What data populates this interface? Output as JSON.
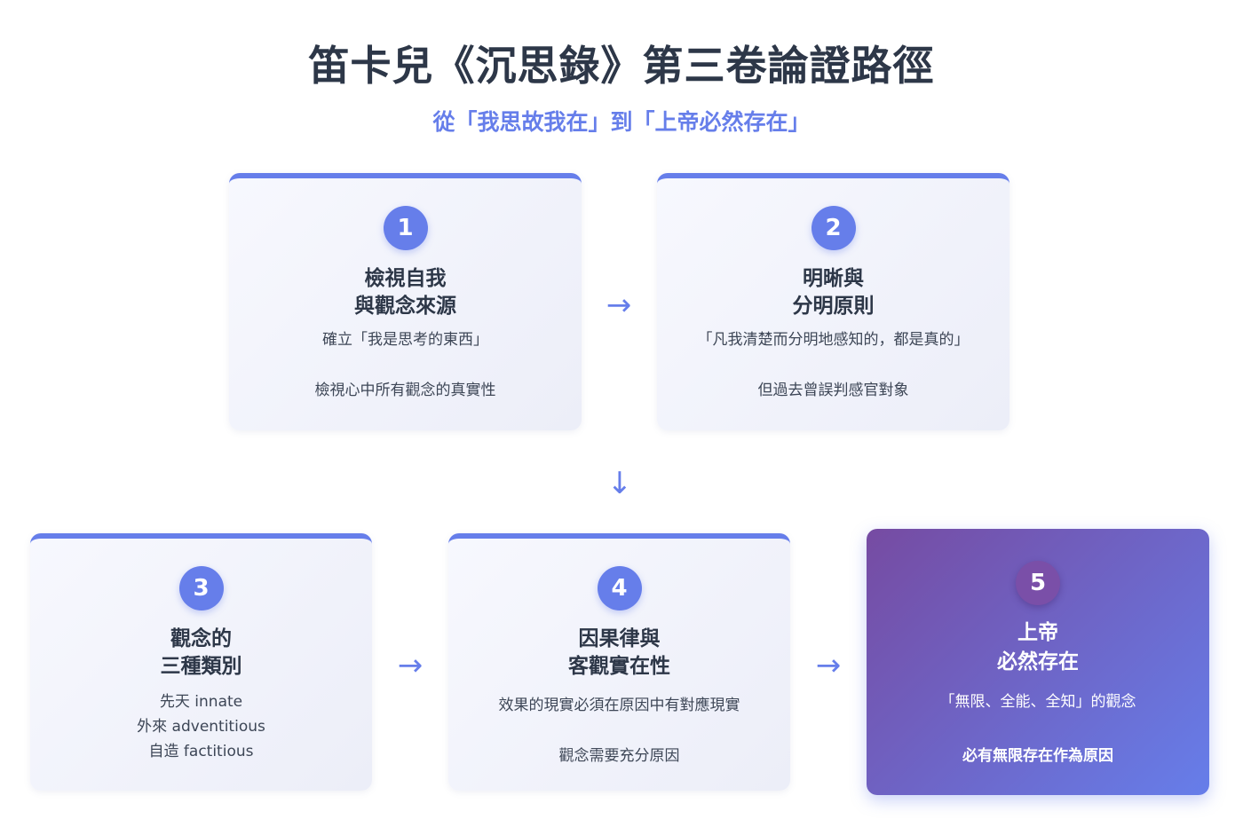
{
  "header": {
    "title": "笛卡兒《沉思錄》第三卷論證路徑",
    "subtitle": "從「我思故我在」到「上帝必然存在」"
  },
  "steps": [
    {
      "number": "1",
      "title_lines": [
        "檢視自我",
        "與觀念來源"
      ],
      "lines": [
        "確立「我是思考的東西」",
        "檢視心中所有觀念的真實性"
      ]
    },
    {
      "number": "2",
      "title_lines": [
        "明晰與",
        "分明原則"
      ],
      "lines": [
        "「凡我清楚而分明地感知的，都是真的」",
        "但過去曾誤判感官對象"
      ]
    },
    {
      "number": "3",
      "title_lines": [
        "觀念的",
        "三種類別"
      ],
      "lines": [
        "先天 innate",
        "外來 adventitious",
        "自造 factitious"
      ]
    },
    {
      "number": "4",
      "title_lines": [
        "因果律與",
        "客觀實在性"
      ],
      "lines": [
        "效果的現實必須在原因中有對應現實",
        "觀念需要充分原因"
      ]
    },
    {
      "number": "5",
      "title_lines": [
        "上帝",
        "必然存在"
      ],
      "lines": [
        "「無限、全能、全知」的觀念",
        "必有無限存在作為原因"
      ]
    }
  ],
  "arrows": {
    "right": "→",
    "down": "↓"
  },
  "colors": {
    "accent": "#667eea",
    "accent_purple": "#764ba2",
    "text_dark": "#2d3748"
  }
}
